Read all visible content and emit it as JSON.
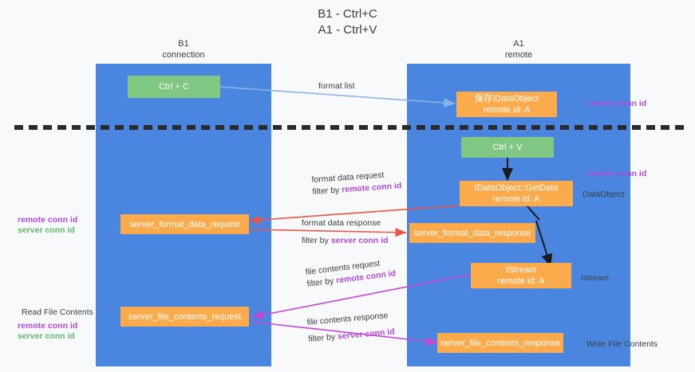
{
  "title": "B1 - Ctrl+C\nA1 - Ctrl+V",
  "lanes": [
    {
      "id": "b1",
      "title": "B1\nconnection",
      "color": "#4a86e0"
    },
    {
      "id": "a1",
      "title": "A1\nremote",
      "color": "#4a86e0"
    }
  ],
  "nodes": {
    "ctrl_c": {
      "label": "Ctrl + C",
      "color": "#81c784"
    },
    "idataobject": {
      "line1": "保存IDataObject",
      "line2": "remote id: A",
      "color": "#fbab4b"
    },
    "ctrl_v": {
      "label": "Ctrl + V",
      "color": "#81c784"
    },
    "getdata": {
      "line1": "IDataObject::GetData",
      "line2": "remote id: A",
      "color": "#fbab4b"
    },
    "server_format_data_request": {
      "label": "server_format_data_request",
      "color": "#fbab4b"
    },
    "server_format_data_response": {
      "label": "server_format_data_response",
      "color": "#fbab4b"
    },
    "istream": {
      "line1": "IStream",
      "line2": "remote id: A",
      "color": "#fbab4b"
    },
    "server_file_contents_request": {
      "label": "server_file_contents_request",
      "color": "#fbab4b"
    },
    "server_file_contents_response": {
      "label": "server_file_contents_response",
      "color": "#fbab4b"
    }
  },
  "edges": {
    "format_list": {
      "line1": "format list",
      "color": "#8ab4e8"
    },
    "format_data_request": {
      "line1": "format data request",
      "line2_prefix": "filter by ",
      "line2_key": "remote conn id",
      "color": "#e8564a"
    },
    "format_data_response": {
      "line1": "format data response",
      "line2_prefix": "filter by ",
      "line2_key": "server conn id",
      "color": "#e8564a"
    },
    "file_contents_request": {
      "line1": "file contents request",
      "line2_prefix": "filter by ",
      "line2_key": "remote conn id",
      "color": "#c346d4"
    },
    "file_contents_response": {
      "line1": "file contents response",
      "line2_prefix": "filter by ",
      "line2_key": "server conn id",
      "color": "#c346d4"
    }
  },
  "annotations": {
    "right_remote_conn_id_top": "remote conn id",
    "right_remote_conn_id_mid": "remote conn id",
    "right_dataobject": "DataObject",
    "right_istream": "Istream",
    "right_write_file_contents": "Write File Contents",
    "left_remote_conn_id": "remote conn id",
    "left_server_conn_id": "server conn id",
    "left_read_file_contents": "Read File Contents",
    "left_remote_conn_id_2": "remote conn id",
    "left_server_conn_id_2": "server conn id"
  },
  "colors": {
    "lane": "#4a86e0",
    "green_node": "#81c784",
    "orange_node": "#fbab4b",
    "remote_highlight": "#b04bd6",
    "server_highlight": "#5eb96a",
    "arrow_blue": "#8ab4e8",
    "arrow_red": "#e8564a",
    "arrow_magenta": "#c346d4",
    "arrow_black": "#1a1a1a",
    "divider": "#2b2b2b",
    "background": "#f8f9fa"
  }
}
